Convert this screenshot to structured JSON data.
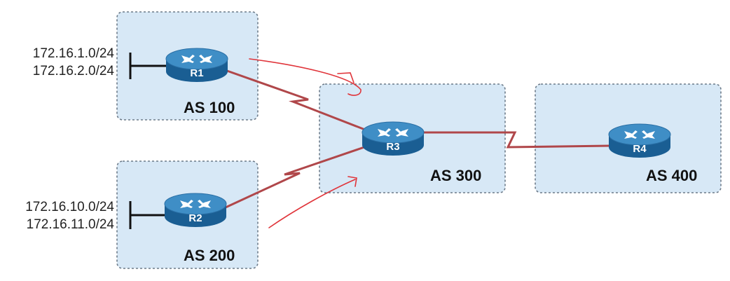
{
  "colors": {
    "as_fill": "#d7e8f6",
    "as_border": "#6c7a88",
    "link": "#b0474a",
    "annotation": "#e0343a",
    "router_top": "#3f8ec6",
    "router_body": "#1a5e93"
  },
  "autonomous_systems": [
    {
      "id": "as100",
      "label": "AS 100"
    },
    {
      "id": "as200",
      "label": "AS 200"
    },
    {
      "id": "as300",
      "label": "AS 300"
    },
    {
      "id": "as400",
      "label": "AS 400"
    }
  ],
  "routers": [
    {
      "id": "r1",
      "label": "R1",
      "icon": "router-icon"
    },
    {
      "id": "r2",
      "label": "R2",
      "icon": "router-icon"
    },
    {
      "id": "r3",
      "label": "R3",
      "icon": "router-icon"
    },
    {
      "id": "r4",
      "label": "R4",
      "icon": "router-icon"
    }
  ],
  "networks": {
    "r1": [
      "172.16.1.0/24",
      "172.16.2.0/24"
    ],
    "r2": [
      "172.16.10.0/24",
      "172.16.11.0/24"
    ]
  },
  "links": [
    {
      "from": "R1",
      "to": "R3",
      "style": "serial"
    },
    {
      "from": "R2",
      "to": "R3",
      "style": "serial"
    },
    {
      "from": "R3",
      "to": "R4",
      "style": "serial"
    }
  ]
}
